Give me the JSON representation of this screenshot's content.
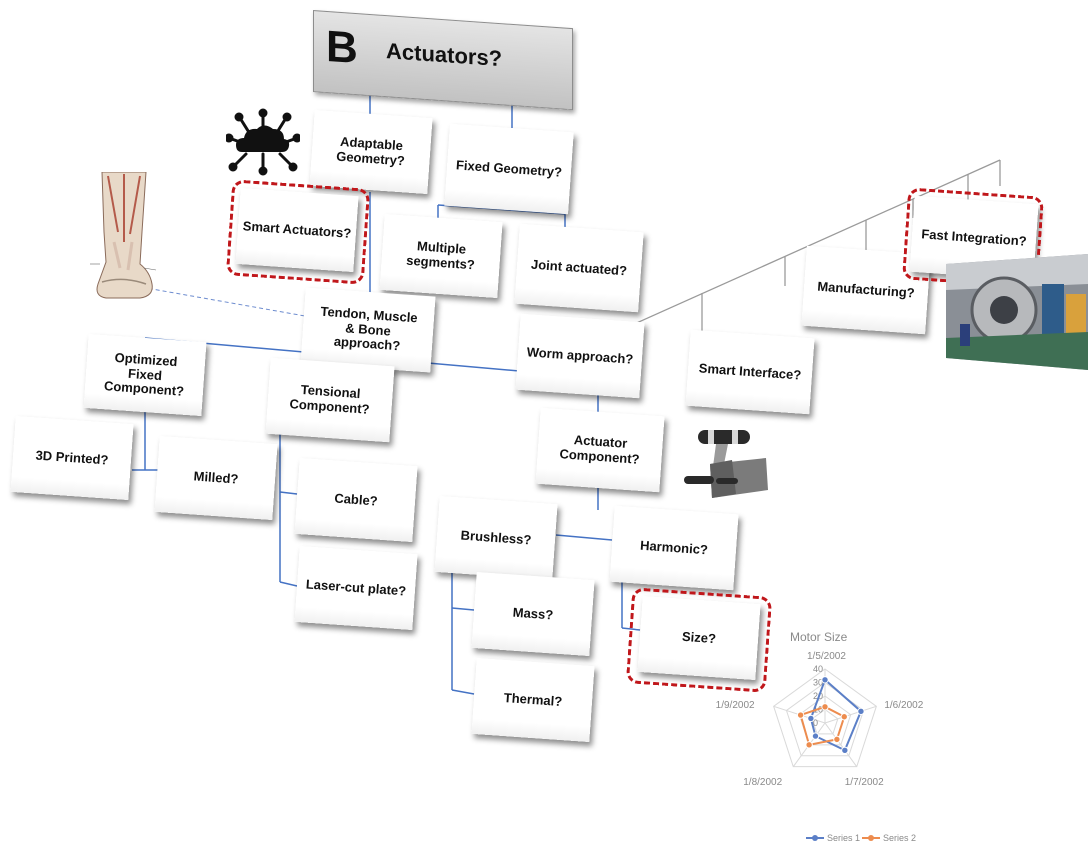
{
  "header": {
    "letter": "B",
    "title": "Actuators?"
  },
  "nodes": {
    "adaptable": "Adaptable Geometry?",
    "fixed": "Fixed Geometry?",
    "smart_actuators": "Smart Actuators?",
    "multiple_segments": "Multiple segments?",
    "joint_actuated": "Joint actuated?",
    "tendon": "Tendon, Muscle & Bone approach?",
    "worm": "Worm approach?",
    "smart_interface": "Smart Interface?",
    "manufacturing": "Manufacturing?",
    "fast_integration": "Fast Integration?",
    "optimized": "Optimized Fixed Component?",
    "tensional": "Tensional Component?",
    "actuator_component": "Actuator Component?",
    "printed": "3D Printed?",
    "milled": "Milled?",
    "cable": "Cable?",
    "laser": "Laser-cut plate?",
    "brushless": "Brushless?",
    "harmonic": "Harmonic?",
    "mass": "Mass?",
    "size": "Size?",
    "thermal": "Thermal?"
  },
  "icons": {
    "cloud": "cloud-network-icon",
    "leg": "leg-anatomy-illustration",
    "factory": "factory-photo",
    "joystick": "throttle-lever-icon"
  },
  "colors": {
    "tree_line": "#4472c4",
    "highlight": "#c0171b",
    "series1": "#5b7fc7",
    "series2": "#ed8c4e"
  },
  "chart_data": {
    "type": "radar",
    "title": "Motor Size",
    "categories": [
      "1/5/2002",
      "1/6/2002",
      "1/7/2002",
      "1/8/2002",
      "1/9/2002"
    ],
    "rticks": [
      "0",
      "10",
      "20",
      "30",
      "40"
    ],
    "rlim": [
      0,
      40
    ],
    "series": [
      {
        "name": "Series 1",
        "values": [
          32,
          28,
          25,
          12,
          11
        ]
      },
      {
        "name": "Series 2",
        "values": [
          12,
          15,
          15,
          20,
          19
        ]
      }
    ],
    "legend": "bottom"
  }
}
